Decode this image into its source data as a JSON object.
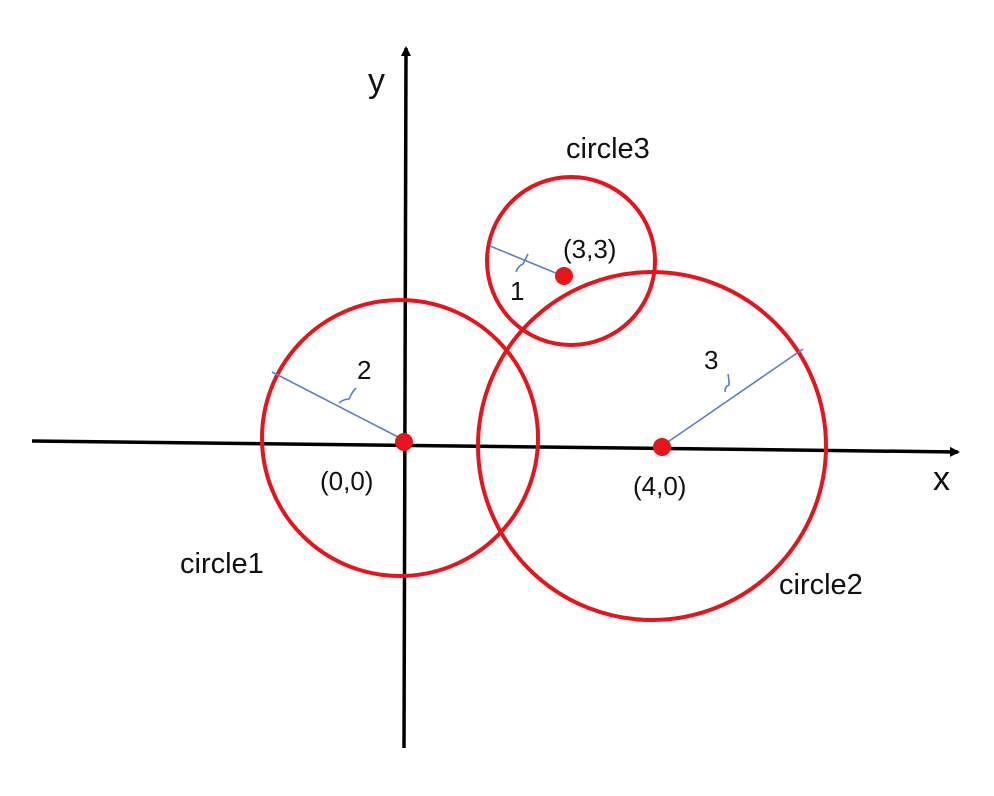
{
  "axes": {
    "x_label": "x",
    "y_label": "y"
  },
  "circles": [
    {
      "name": "circle1",
      "center_label": "(0,0)",
      "radius_label": "2"
    },
    {
      "name": "circle2",
      "center_label": "(4,0)",
      "radius_label": "3"
    },
    {
      "name": "circle3",
      "center_label": "(3,3)",
      "radius_label": "1"
    }
  ],
  "colors": {
    "circle": "#e8141c",
    "center_point": "#e8141c",
    "radius_line": "#5b7fc4",
    "axis": "#000000"
  }
}
